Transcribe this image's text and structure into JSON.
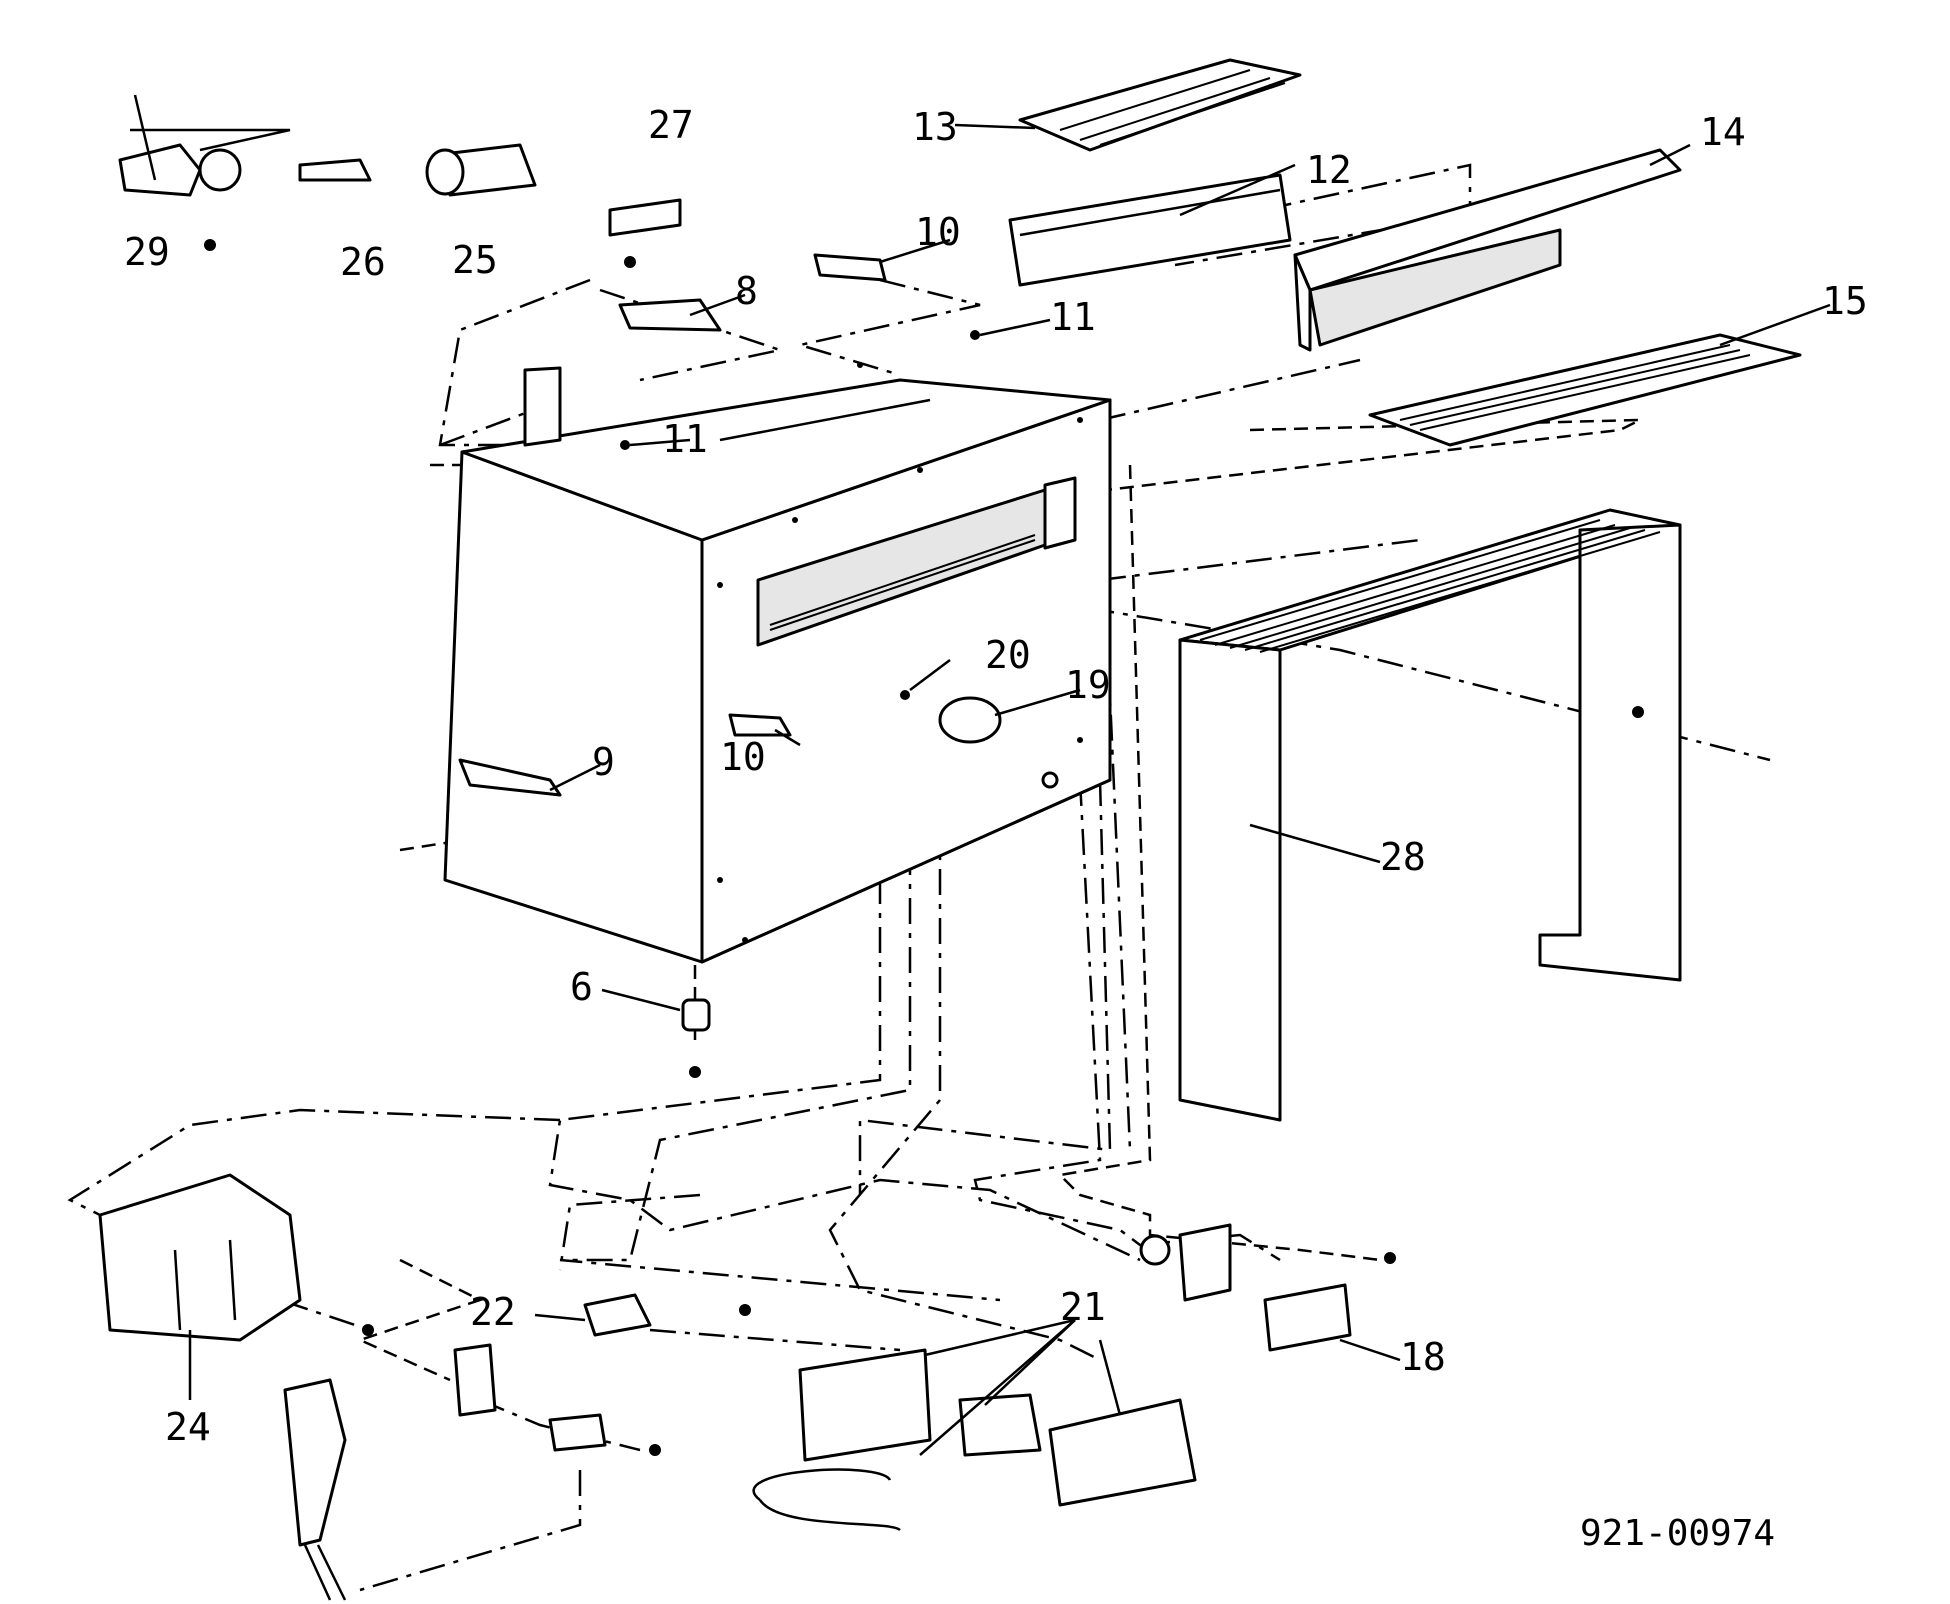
{
  "callouts": {
    "p6": "6",
    "p8": "8",
    "p9": "9",
    "p10a": "10",
    "p10b": "10",
    "p11a": "11",
    "p11b": "11",
    "p12": "12",
    "p13": "13",
    "p14": "14",
    "p15": "15",
    "p18": "18",
    "p19": "19",
    "p20": "20",
    "p21": "21",
    "p22": "22",
    "p24": "24",
    "p25": "25",
    "p26": "26",
    "p27": "27",
    "p28": "28",
    "p29": "29"
  },
  "document_number": "921-00974"
}
